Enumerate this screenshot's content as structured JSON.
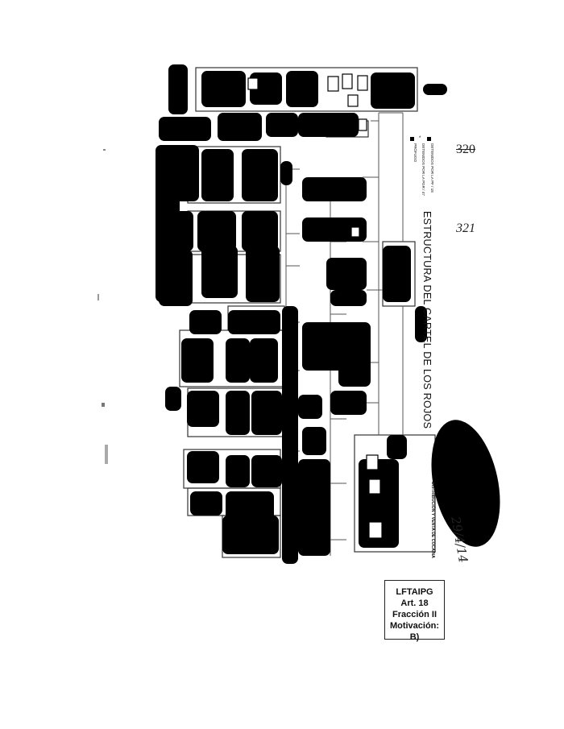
{
  "page_numbers": {
    "struck": "320",
    "current": "321"
  },
  "chart": {
    "title": "ESTRUCTURA DEL CARTEL DE LOS ROJOS",
    "legend": [
      {
        "label": "DETENIDOS POR LA PF / 18",
        "swatch": "filled"
      },
      {
        "label": "DETENIDOS POR LA PGR / 47",
        "swatch": "star"
      },
      {
        "label": "PRÓFUGO",
        "swatch": "filled"
      }
    ],
    "sub_box_label": "DISTRIBUCIÓN Y VENTA DE COCAÍNA"
  },
  "handwriting": "29/4/14",
  "stamp": {
    "line1": "LFTAIPG",
    "line2": "Art. 18",
    "line3": "Fracción II",
    "line4": "Motivación: B)"
  },
  "colors": {
    "ink": "#000000",
    "paper": "#ffffff",
    "line": "#444444"
  }
}
